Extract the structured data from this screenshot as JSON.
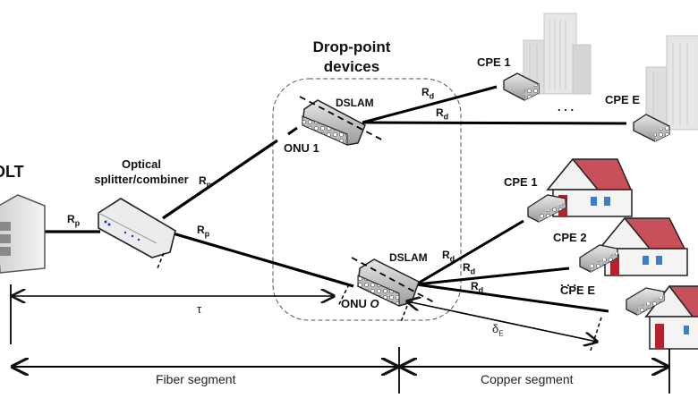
{
  "title": "Drop-point devices",
  "nodes": {
    "olt": "OLT",
    "splitter": "Optical splitter/combiner",
    "onu_1": "ONU 1",
    "onu_o": "ONU",
    "onu_o_index": "O",
    "dslam_1": "DSLAM",
    "dslam_o": "DSLAM",
    "cpe_top_1": "CPE 1",
    "cpe_top_e": "CPE E",
    "cpe_bottom_1": "CPE 1",
    "cpe_bottom_2": "CPE 2",
    "cpe_bottom_e": "CPE E",
    "ellipsis": ". . ."
  },
  "links": {
    "fiber_rate_base": "R",
    "fiber_rate_sub": "p",
    "copper_rate_base": "R",
    "copper_rate_sub": "d"
  },
  "measurements": {
    "tau": "τ",
    "delta_base": "δ",
    "delta_sub": "E"
  },
  "segments": {
    "fiber": "Fiber segment",
    "copper": "Copper segment"
  },
  "colors": {
    "roof": "#c8505a",
    "door": "#b8202c",
    "window": "#3a7fc8",
    "building": "#d6d6d6",
    "device": "#bdbdbd"
  }
}
